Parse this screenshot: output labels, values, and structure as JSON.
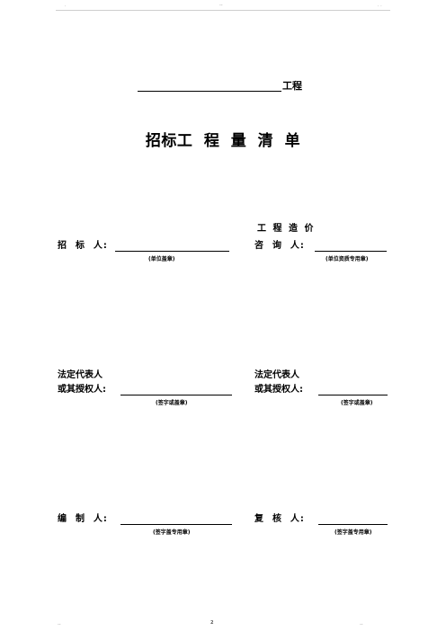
{
  "header": {
    "marks": [
      ".",
      "--",
      ". ."
    ]
  },
  "footer": {
    "marks": [
      "--",
      "2",
      "--"
    ]
  },
  "title_block": {
    "project_suffix": "工程",
    "doc_title": "招标工 程 量 清 单"
  },
  "signatures": {
    "tenderer": {
      "label": "招  标  人:",
      "note": "(单位盖章)"
    },
    "consultant": {
      "heading": "工 程 造 价",
      "label": "咨  询  人:",
      "note": "(单位资质专用章)"
    },
    "legal_rep_left": {
      "line1": "法定代表人",
      "line2": "或其授权人:",
      "note": "(签字或盖章)"
    },
    "legal_rep_right": {
      "line1": "法定代表人",
      "line2": "或其授权人:",
      "note": "(签字或盖章)"
    },
    "compiler": {
      "label": "编  制  人:",
      "note": "(签字盖专用章)"
    },
    "reviewer": {
      "label": "复  核  人:",
      "note": "(签字盖专用章)"
    }
  }
}
